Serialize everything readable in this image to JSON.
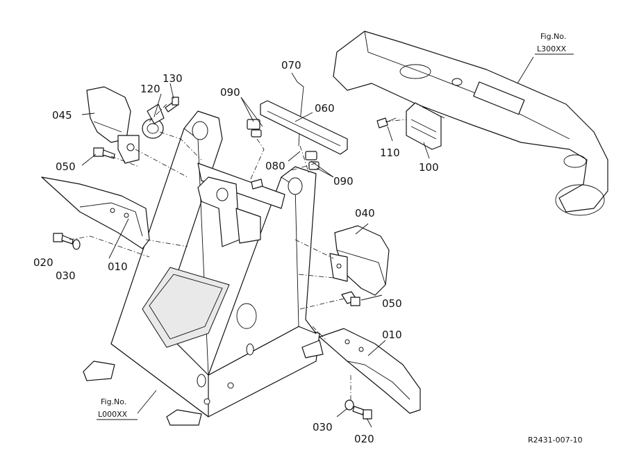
{
  "callouts": {
    "p130": "130",
    "p120": "120",
    "p045": "045",
    "p050_left": "050",
    "p020_left": "020",
    "p030_left": "030",
    "p010_left": "010",
    "p070": "070",
    "p090_top": "090",
    "p060": "060",
    "p080": "080",
    "p090_bottom": "090",
    "p110": "110",
    "p100": "100",
    "p040": "040",
    "p050_right": "050",
    "p010_right": "010",
    "p030_right": "030",
    "p020_right": "020"
  },
  "figure_refs": {
    "top_right": {
      "line1": "Fig.No.",
      "line2": "L300XX"
    },
    "bottom_left": {
      "line1": "Fig.No.",
      "line2": "L000XX"
    }
  },
  "drawing_code": "R2431-007-10"
}
